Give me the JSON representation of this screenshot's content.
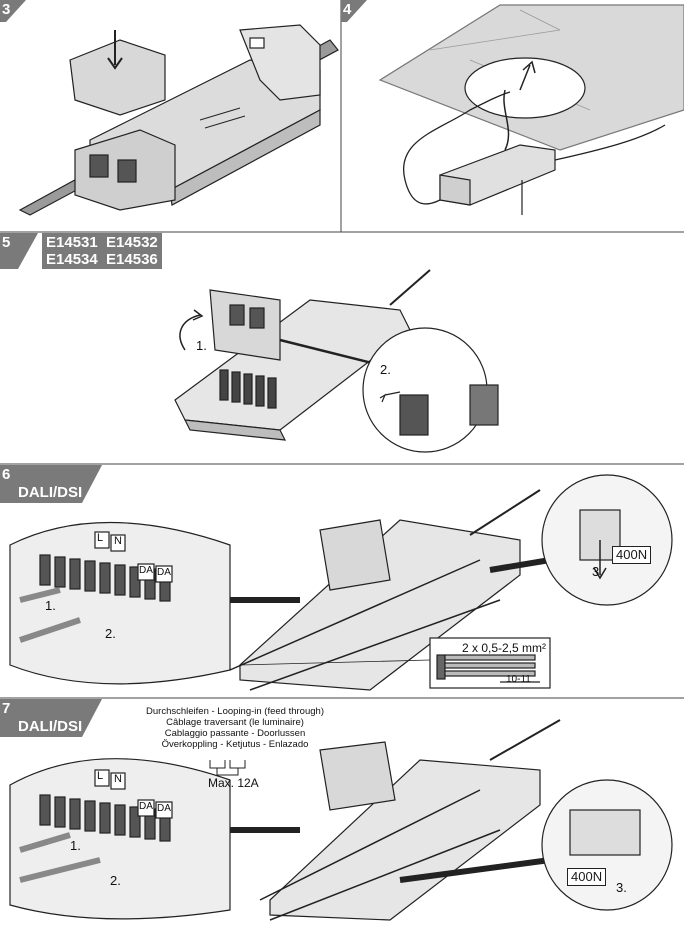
{
  "panels": {
    "p3": {
      "step": "3"
    },
    "p4": {
      "step": "4"
    },
    "p5": {
      "step": "5",
      "models_line1": "E14531  E14532",
      "models_line2": "E14534  E14536",
      "callout_1": "1.",
      "callout_2": "2."
    },
    "p6": {
      "step": "6",
      "subtitle": "DALI/DSI",
      "terminal_L": "L",
      "terminal_N": "N",
      "terminal_DA1": "DA",
      "terminal_DA2": "DA",
      "callout_1": "1.",
      "callout_2": "2.",
      "callout_3": "3.",
      "force": "400N",
      "wire_spec": "2 x 0,5-2,5 mm²",
      "strip_length": "10-11"
    },
    "p7": {
      "step": "7",
      "subtitle": "DALI/DSI",
      "looping_lines": [
        "Durchschleifen - Looping-in (feed through)",
        "Câblage traversant (le luminaire)",
        "Cablaggio passante - Doorlussen",
        "Överkoppling - Ketjutus - Enlazado"
      ],
      "max_current": "Max. 12A",
      "terminal_L": "L",
      "terminal_N": "N",
      "terminal_DA1": "DA",
      "terminal_DA2": "DA",
      "callout_1": "1.",
      "callout_2": "2.",
      "callout_3": "3.",
      "force": "400N"
    }
  }
}
